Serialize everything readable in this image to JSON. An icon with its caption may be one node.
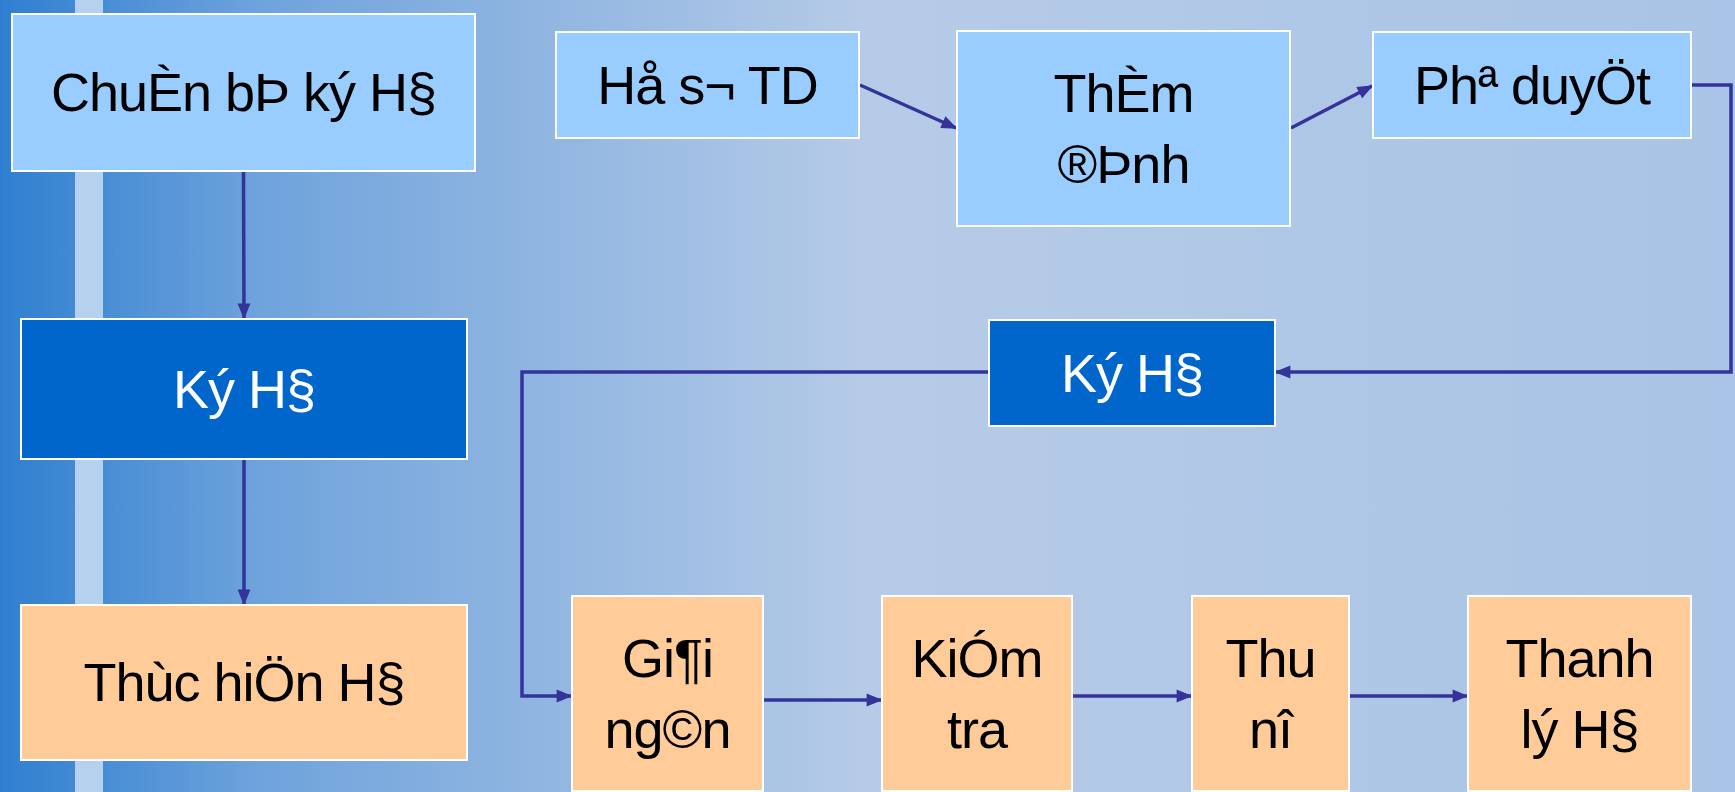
{
  "diagram": {
    "nodes": [
      {
        "text": [
          "ChuÈn bÞ ký H§"
        ]
      },
      {
        "text": [
          "Hå s¬ TD"
        ]
      },
      {
        "text": [
          "ThÈm ®Þnh"
        ]
      },
      {
        "text": [
          "Phª duyÖt"
        ]
      },
      {
        "text": [
          "Ký H§"
        ]
      },
      {
        "text": [
          "Ký H§"
        ]
      },
      {
        "text": [
          "Thùc hiÖn H§"
        ]
      },
      {
        "text": [
          "Gi¶i ng©n"
        ]
      },
      {
        "text": [
          "KiÓm tra"
        ]
      },
      {
        "text": [
          "Thu nî"
        ]
      },
      {
        "text": [
          "Thanh lý H§"
        ]
      }
    ],
    "edges": [
      {
        "from": 0,
        "to": 4,
        "arrow": "to"
      },
      {
        "from": 4,
        "to": 6,
        "arrow": "to"
      },
      {
        "from": 1,
        "to": 2,
        "arrow": "to"
      },
      {
        "from": 2,
        "to": 3,
        "arrow": "to"
      },
      {
        "from": 3,
        "to": 5,
        "arrow": "to"
      },
      {
        "from": 5,
        "to": 7,
        "arrow": "to"
      },
      {
        "from": 7,
        "to": 8,
        "arrow": "to"
      },
      {
        "from": 8,
        "to": 9,
        "arrow": "to"
      },
      {
        "from": 9,
        "to": 10,
        "arrow": "to"
      }
    ]
  }
}
